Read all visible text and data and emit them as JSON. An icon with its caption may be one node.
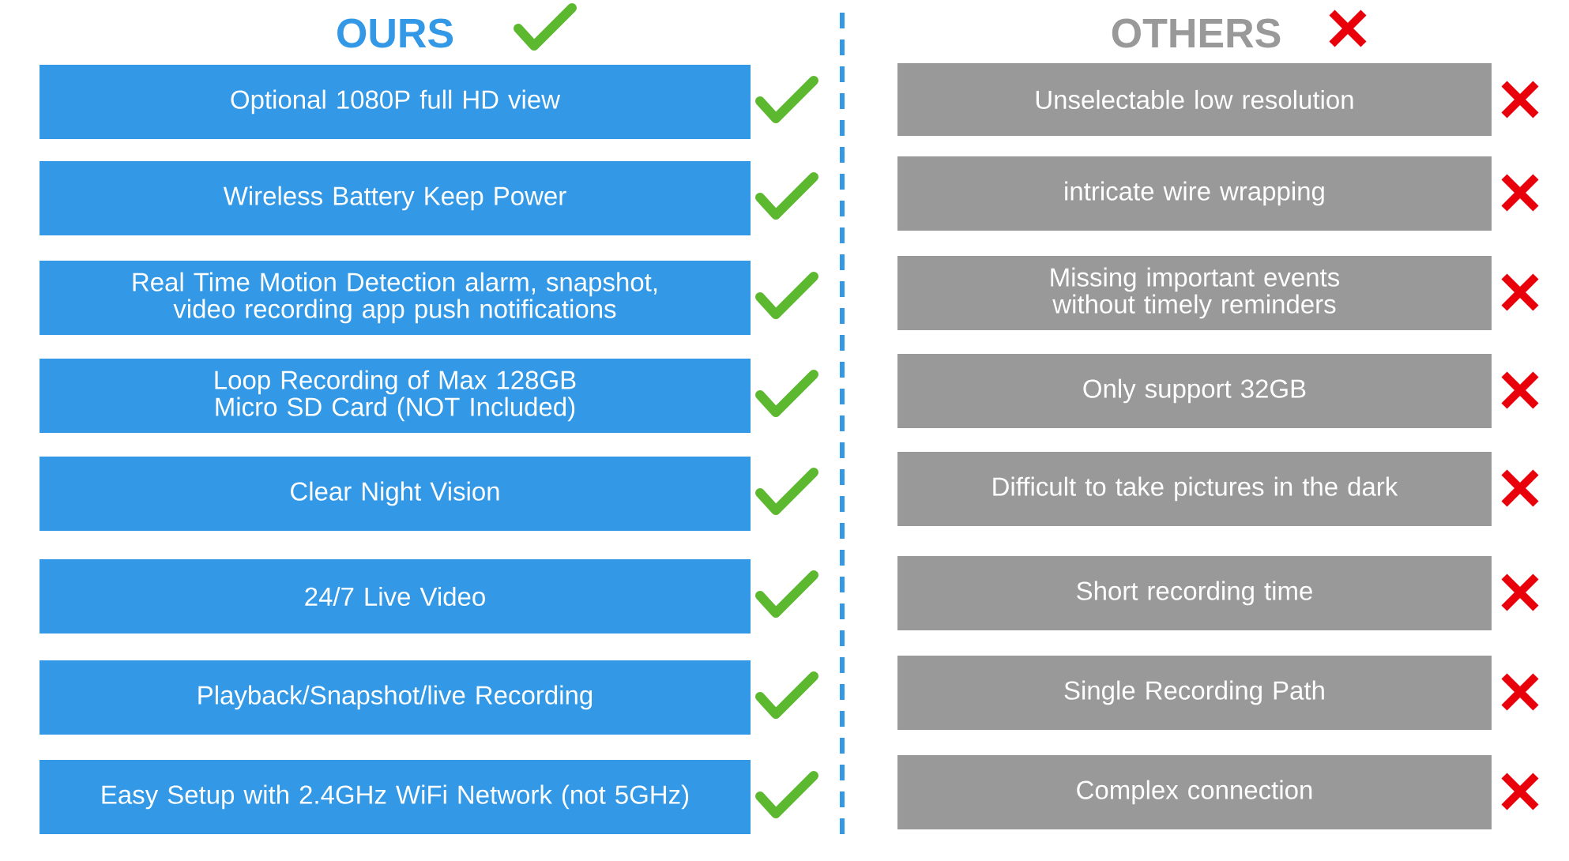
{
  "diagram": {
    "nodes": [
      {
        "text": [
          "Optional 1080P full HD view"
        ]
      },
      {
        "text": [
          "Wireless Battery Keep Power"
        ]
      },
      {
        "text": [
          "Real Time Motion Detection alarm, snapshot, video recording app push notifications"
        ]
      },
      {
        "text": [
          "Loop Recording of Max 128GB Micro SD Card (NOT Included)"
        ]
      },
      {
        "text": [
          "Clear Night Vision"
        ]
      },
      {
        "text": [
          "24/7 Live Video"
        ]
      },
      {
        "text": [
          "Playback/Snapshot/live Recording"
        ]
      },
      {
        "text": [
          "Easy Setup with 2.4GHz WiFi Network (not 5GHz)"
        ]
      },
      {
        "text": [
          "Unselectable low resolution"
        ]
      },
      {
        "text": [
          "intricate wire wrapping"
        ]
      },
      {
        "text": [
          "Missing important events without timely reminders"
        ]
      },
      {
        "text": [
          "Only support 32GB"
        ]
      },
      {
        "text": [
          "Difficult to take pictures in the dark"
        ]
      },
      {
        "text": [
          "Short recording time"
        ]
      },
      {
        "text": [
          "Single Recording Path"
        ]
      },
      {
        "text": [
          "Complex connection"
        ]
      }
    ],
    "labels": [
      "OURS",
      "OTHERS"
    ]
  }
}
